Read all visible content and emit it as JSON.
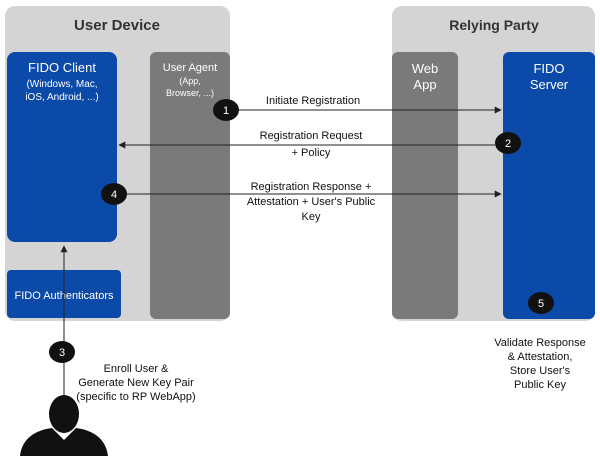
{
  "groups": {
    "user_device": "User Device",
    "relying_party": "Relying Party"
  },
  "components": {
    "fido_client": {
      "title": "FIDO Client",
      "subtitle": [
        "(Windows, Mac,",
        "iOS, Android, ...)"
      ]
    },
    "user_agent": {
      "title": "User Agent",
      "subtitle": [
        "(App,",
        "Browser, ...)"
      ]
    },
    "fido_authenticators": {
      "title": "FIDO Authenticators"
    },
    "web_app": {
      "title": [
        "Web",
        "App"
      ]
    },
    "fido_server": {
      "title": [
        "FIDO",
        "Server"
      ]
    }
  },
  "steps": [
    {
      "num": "1",
      "label": [
        "Initiate Registration"
      ]
    },
    {
      "num": "2",
      "label": [
        "Registration Request",
        "+ Policy"
      ]
    },
    {
      "num": "3",
      "label": [
        "Enroll User &",
        "Generate New Key Pair",
        "(specific to RP WebApp)"
      ]
    },
    {
      "num": "4",
      "label": [
        "Registration Response +",
        "Attestation + User's Public",
        "Key"
      ]
    },
    {
      "num": "5",
      "label": [
        "Validate Response",
        "& Attestation,",
        "Store User's",
        "Public Key"
      ]
    }
  ],
  "colors": {
    "group_bg": "#d4d4d4",
    "dark_gray": "#7a7a7a",
    "blue": "#0b4aa8",
    "badge": "#111111"
  },
  "icons": {
    "user": "user-silhouette-icon"
  }
}
